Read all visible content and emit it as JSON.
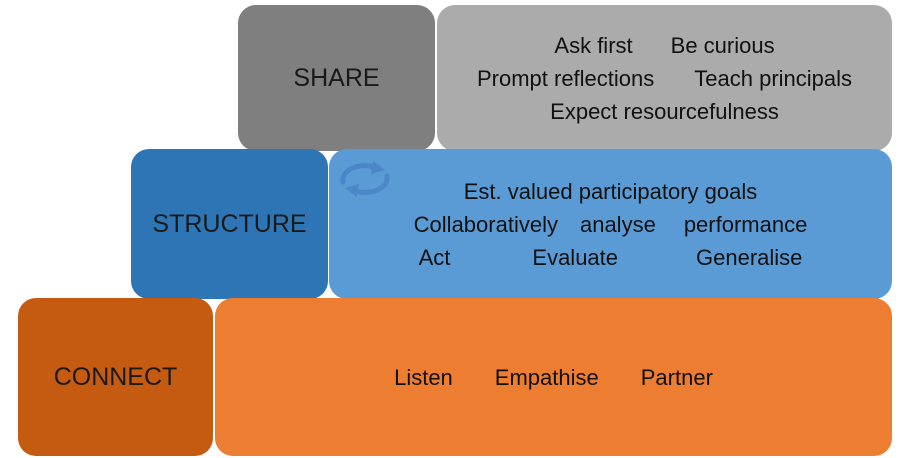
{
  "tiers": {
    "share": {
      "title": "SHARE",
      "rows": [
        [
          "Ask first",
          "Be curious"
        ],
        [
          "Prompt reflections",
          "Teach principals"
        ],
        [
          "Expect resourcefulness"
        ]
      ]
    },
    "structure": {
      "title": "STRUCTURE",
      "rows": [
        [
          "Est. valued participatory goals"
        ],
        [
          "Collaboratively",
          "analyse",
          "performance"
        ],
        [
          "Act",
          "Evaluate",
          "Generalise"
        ]
      ]
    },
    "connect": {
      "title": "CONNECT",
      "rows": [
        [
          "Listen",
          "Empathise",
          "Partner"
        ]
      ]
    }
  },
  "colors": {
    "share_label": "#7f7f7f",
    "share_detail": "#ababab",
    "structure_label": "#2e75b6",
    "structure_detail": "#5b9bd5",
    "connect_label": "#c55a11",
    "connect_detail": "#ed7d31"
  },
  "icons": {
    "structure_cycle": "cycle-arrows-icon"
  }
}
